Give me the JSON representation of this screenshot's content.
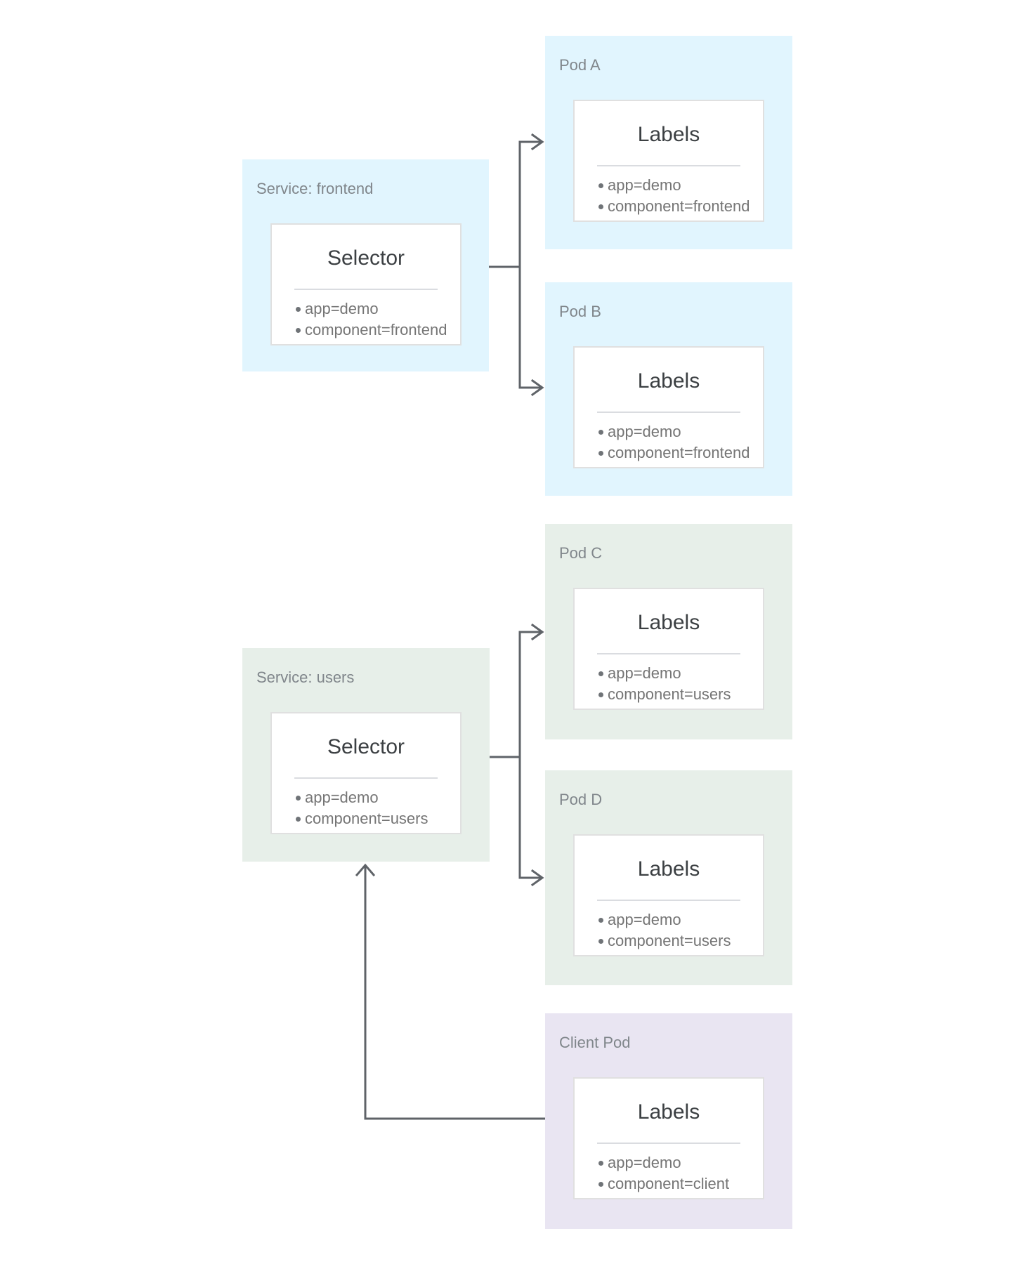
{
  "nodes": [
    {
      "id": "service-frontend",
      "label": "Service: frontend",
      "card_title": "Selector",
      "items": [
        "app=demo",
        "component=frontend"
      ],
      "color": "#E1F5FE"
    },
    {
      "id": "pod-a",
      "label": "Pod A",
      "card_title": "Labels",
      "items": [
        "app=demo",
        "component=frontend"
      ],
      "color": "#E1F5FE"
    },
    {
      "id": "pod-b",
      "label": "Pod B",
      "card_title": "Labels",
      "items": [
        "app=demo",
        "component=frontend"
      ],
      "color": "#E1F5FE"
    },
    {
      "id": "service-users",
      "label": "Service: users",
      "card_title": "Selector",
      "items": [
        "app=demo",
        "component=users"
      ],
      "color": "#E7EFE9"
    },
    {
      "id": "pod-c",
      "label": "Pod C",
      "card_title": "Labels",
      "items": [
        "app=demo",
        "component=users"
      ],
      "color": "#E7EFE9"
    },
    {
      "id": "pod-d",
      "label": "Pod D",
      "card_title": "Labels",
      "items": [
        "app=demo",
        "component=users"
      ],
      "color": "#E7EFE9"
    },
    {
      "id": "client-pod",
      "label": "Client Pod",
      "card_title": "Labels",
      "items": [
        "app=demo",
        "component=client"
      ],
      "color": "#E9E5F2"
    }
  ],
  "colors": {
    "blue_group": "#E1F5FE",
    "green_group": "#E7EFE9",
    "purple_group": "#E9E5F2",
    "arrow": "#5F6368",
    "card_border": "#E0E0E0",
    "divider": "#DADCE0",
    "group_label_text": "#80868B",
    "card_title_text": "#3C4043",
    "item_text": "#757575",
    "background": "#FFFFFF"
  }
}
